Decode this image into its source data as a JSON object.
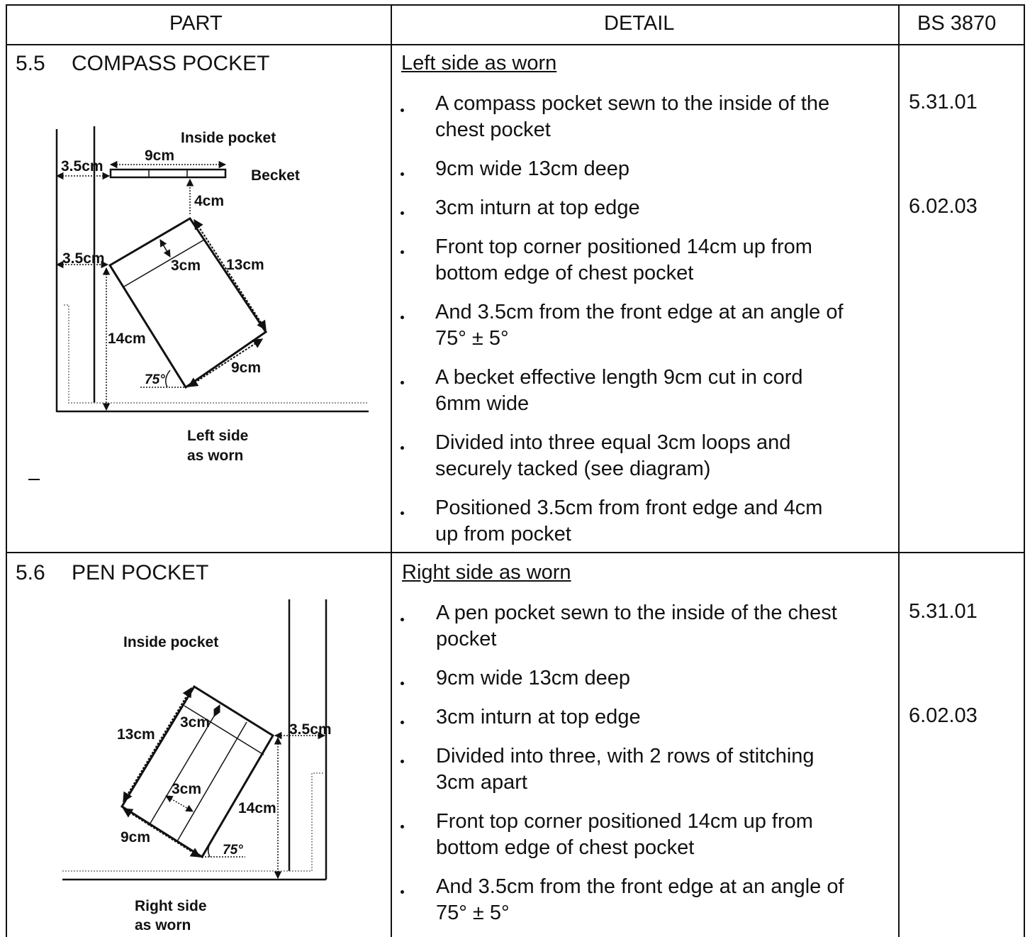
{
  "header": {
    "part": "PART",
    "detail": "DETAIL",
    "bs": "BS 3870"
  },
  "sections": [
    {
      "number": "5.5",
      "title": "COMPASS POCKET",
      "subheading": "Left side as worn",
      "items": [
        "A compass pocket sewn to the inside of the\nchest pocket",
        "9cm wide 13cm deep",
        "3cm inturn at top edge",
        "Front top corner positioned 14cm up from\nbottom edge of chest pocket",
        "And 3.5cm from the front edge at an angle of\n75° ± 5°",
        "A becket effective length 9cm cut in cord\n6mm wide",
        "Divided into three equal 3cm loops and\nsecurely tacked (see diagram)",
        "Positioned 3.5cm from front edge and 4cm\nup from pocket"
      ],
      "refs": [
        "5.31.01",
        "6.02.03"
      ],
      "diagram": {
        "inside_pocket": "Inside pocket",
        "becket": "Becket",
        "dim_9cm_top": "9cm",
        "dim_35_top": "3.5cm",
        "dim_4cm": "4cm",
        "dim_35_mid": "3.5cm",
        "dim_3cm": "3cm",
        "dim_13cm": "13cm",
        "dim_14cm": "14cm",
        "dim_9cm_bottom": "9cm",
        "angle": "75°",
        "caption_line1": "Left side",
        "caption_line2": "as worn"
      }
    },
    {
      "number": "5.6",
      "title": "PEN POCKET",
      "subheading": "Right side as worn",
      "items": [
        "A pen pocket sewn to the inside of the chest\npocket",
        "9cm wide 13cm deep",
        "3cm inturn at top edge",
        "Divided into three, with 2 rows of stitching\n3cm apart",
        "Front top corner positioned 14cm up from\nbottom edge of chest pocket",
        "And 3.5cm from the front edge at an angle of\n75° ± 5°"
      ],
      "refs": [
        "5.31.01",
        "6.02.03"
      ],
      "diagram": {
        "inside_pocket": "Inside pocket",
        "dim_13cm": "13cm",
        "dim_3cm_top": "3cm",
        "dim_35": "3.5cm",
        "dim_3cm_mid": "3cm",
        "dim_14cm": "14cm",
        "dim_9cm": "9cm",
        "angle": "75°",
        "caption_line1": "Right side",
        "caption_line2": "as worn"
      }
    }
  ]
}
